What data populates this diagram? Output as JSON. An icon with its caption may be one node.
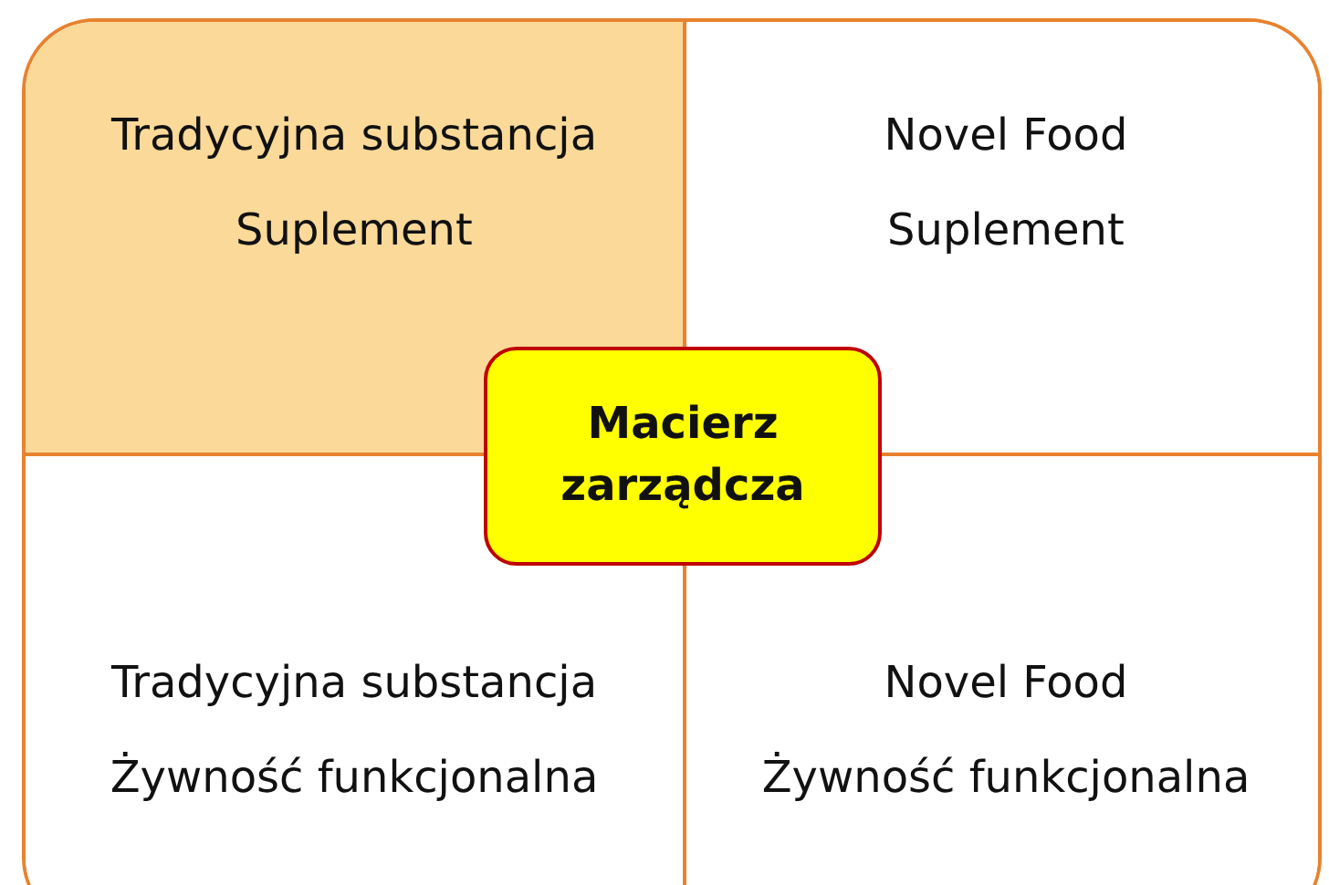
{
  "diagram": {
    "nodes": [
      {
        "text": [
          "Tradycyjna substancja",
          "Suplement"
        ]
      },
      {
        "text": [
          "Novel Food",
          "Suplement"
        ]
      },
      {
        "text": [
          "Tradycyjna substancja",
          "Żywność funkcjonalna"
        ]
      },
      {
        "text": [
          "Novel Food",
          "Żywność funkcjonalna"
        ]
      },
      {
        "text": [
          "Macierz zarządcza"
        ]
      }
    ],
    "edges": []
  }
}
